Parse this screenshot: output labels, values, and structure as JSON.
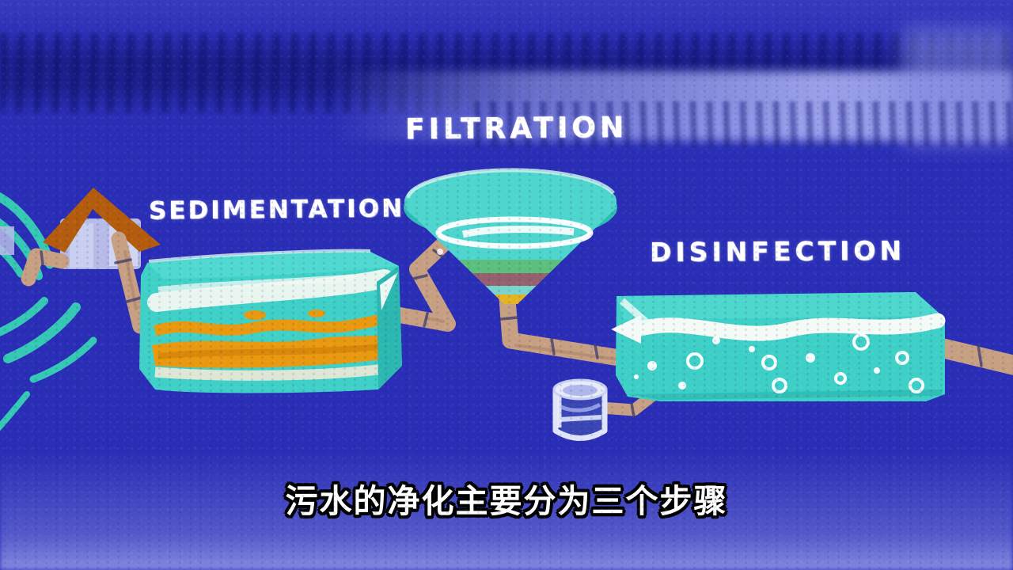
{
  "frame": {
    "subtitle": "污水的净化主要分为三个步骤"
  },
  "diagram": {
    "stages": [
      {
        "id": "sedimentation",
        "label": "SEDIMENTATION"
      },
      {
        "id": "filtration",
        "label": "FILTRATION"
      },
      {
        "id": "disinfection",
        "label": "DISINFECTION"
      }
    ],
    "icons": [
      "house-icon",
      "sewage-waves-icon",
      "sedimentation-tank",
      "filtration-funnel",
      "disinfection-tank",
      "chemical-container-icon",
      "pipe-icons"
    ]
  },
  "colors": {
    "background_blue": "#2a2eb6",
    "dark_band_navy": "#17197e",
    "light_band_periwinkle": "#8a91e2",
    "tank_teal": "#3fd0c7",
    "sediment_orange": "#e8990f",
    "pipe_tan": "#c7a083",
    "roof_orange": "#b45c0e",
    "house_lavender": "#b6bbe8",
    "wave_teal": "#35c8b5",
    "label_white": "#ffffff",
    "subtitle_fill": "#ffffff",
    "subtitle_outline": "#000000"
  }
}
